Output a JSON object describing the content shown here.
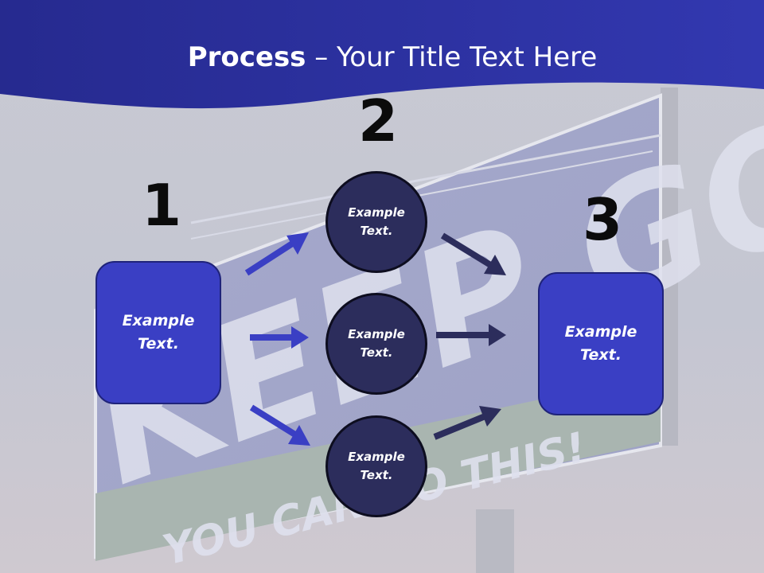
{
  "title": {
    "bold": "Process",
    "rest": " – Your Title Text Here"
  },
  "numbers": [
    "1",
    "2",
    "3"
  ],
  "boxes": [
    {
      "text": "Example\nText."
    },
    {
      "text": "Example\nText."
    }
  ],
  "circles": [
    {
      "text": "Example\nText."
    },
    {
      "text": "Example\nText."
    },
    {
      "text": "Example\nText."
    }
  ],
  "background_sign": {
    "main": "KEEP GOING",
    "sub": "YOU CAN DO THIS!"
  },
  "colors": {
    "banner": "#2b2f9c",
    "box": "#3a3fc4",
    "circle": "#2c2d5c",
    "arrow_blue": "#3a3fc4",
    "arrow_dark": "#2c2d5c"
  }
}
